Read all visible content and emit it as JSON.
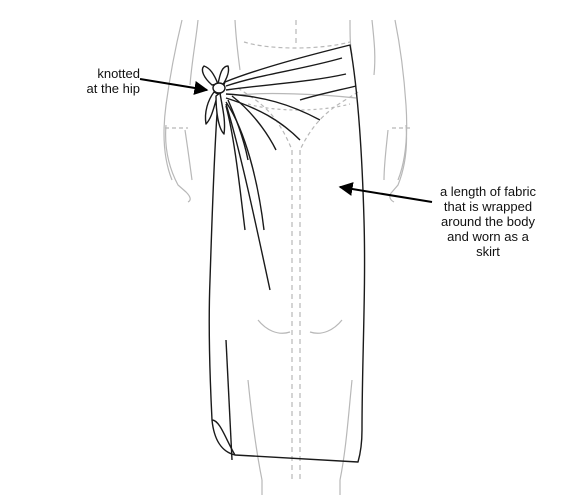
{
  "diagram": {
    "labels": {
      "knot": {
        "lines": [
          "knotted",
          "at the hip"
        ]
      },
      "fabric": {
        "lines": [
          "a length of fabric",
          "that is wrapped",
          "around the body",
          "and worn as a",
          "skirt"
        ]
      }
    },
    "colors": {
      "body_outline": "#b8b8b8",
      "skirt_outline": "#1a1a1a",
      "arrow": "#000000",
      "text": "#111111"
    }
  }
}
